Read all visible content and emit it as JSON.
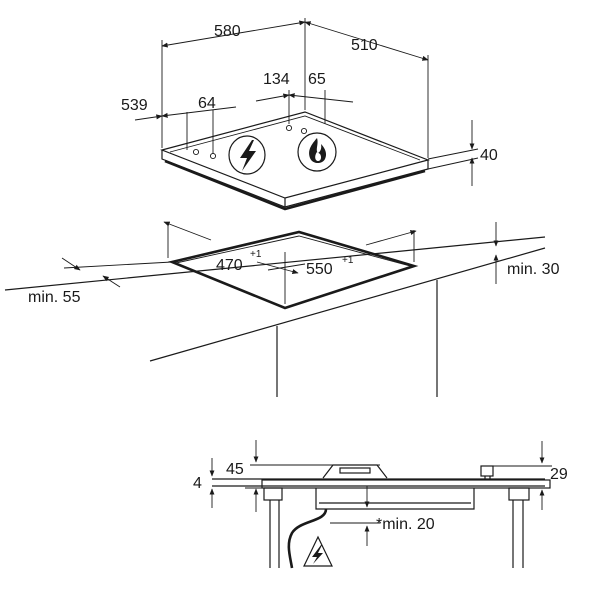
{
  "dimensions": {
    "width_total": "580",
    "depth_total": "510",
    "left_edge": "539",
    "left_offset": "64",
    "center_a": "134",
    "center_b": "65",
    "height": "40",
    "cutout_width": "470",
    "cutout_width_tol": "+1",
    "cutout_depth": "550",
    "cutout_depth_tol": "+1",
    "min_front": "min. 55",
    "min_rear": "min. 30",
    "section_total": "45",
    "section_left": "4",
    "section_right": "29",
    "min_below": "*min. 20"
  },
  "icons": [
    "lightning-icon",
    "flame-icon",
    "electric-warning-icon"
  ],
  "colors": {
    "line": "#1a1a1a",
    "background": "#ffffff"
  }
}
